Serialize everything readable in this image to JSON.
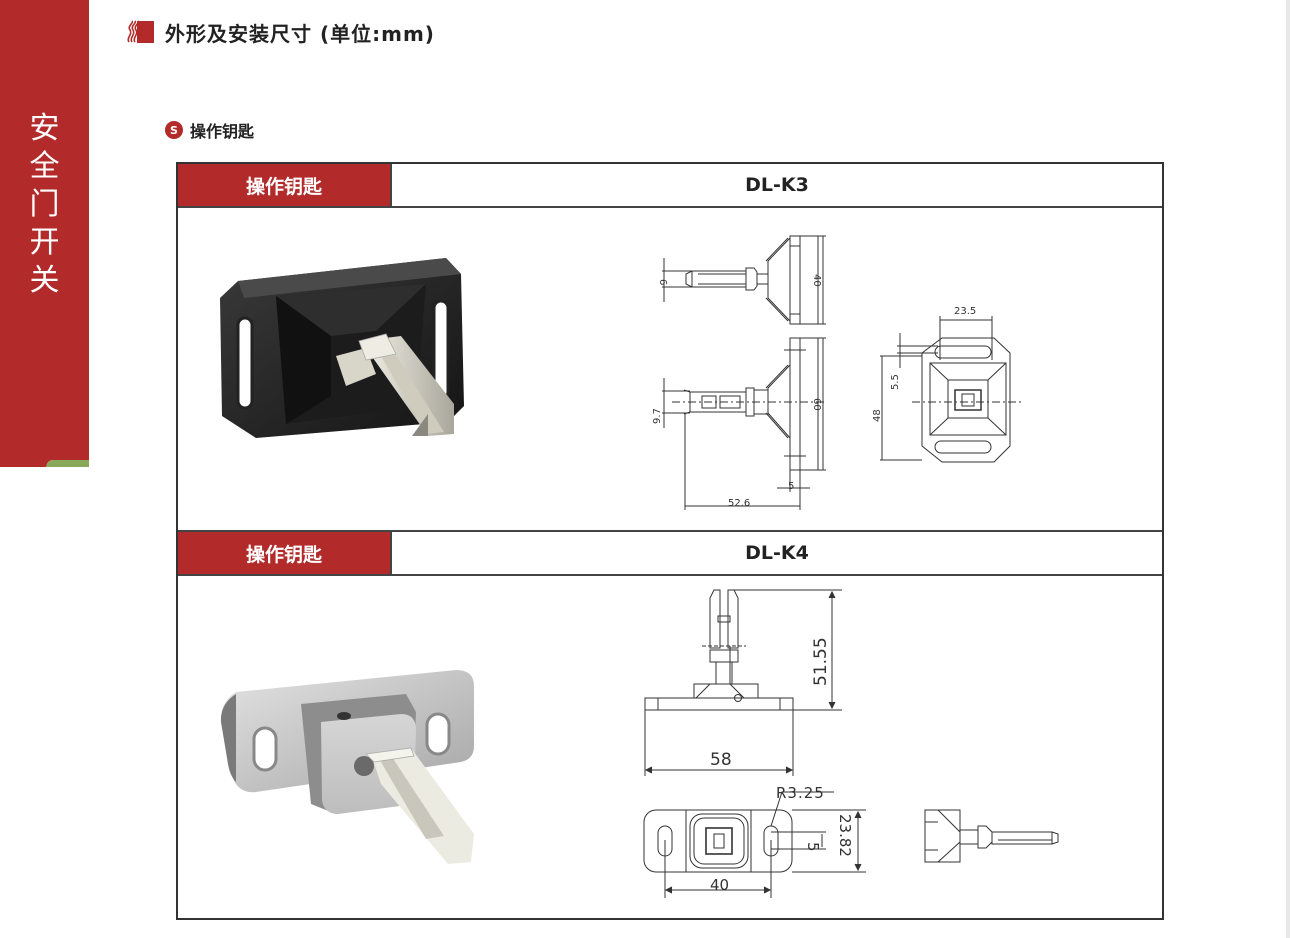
{
  "sidebar": {
    "category_chars": [
      "安",
      "全",
      "门",
      "开",
      "关"
    ],
    "color": "#b22a2a",
    "accent_color": "#8aa85a"
  },
  "section": {
    "title": "外形及安装尺寸 (单位:mm)",
    "subsection_bullet": "S",
    "subsection_title": "操作钥匙"
  },
  "products": [
    {
      "label": "操作钥匙",
      "model": "DL-K3",
      "photo": "black-key-actuator",
      "dimensions": {
        "side_top_small": "6",
        "side_top_height": "40",
        "side_height": "60",
        "key_width": "9.7",
        "plate_thickness": "5",
        "overall_length": "52.6",
        "front_hole_spacing": "23.5",
        "front_offset": "5.5",
        "front_height": "48"
      }
    },
    {
      "label": "操作钥匙",
      "model": "DL-K4",
      "photo": "silver-key-actuator",
      "dimensions": {
        "height": "51.55",
        "width": "58",
        "radius": "R3.25",
        "slot": "5",
        "depth": "23.82",
        "hole_spacing": "40"
      }
    }
  ]
}
